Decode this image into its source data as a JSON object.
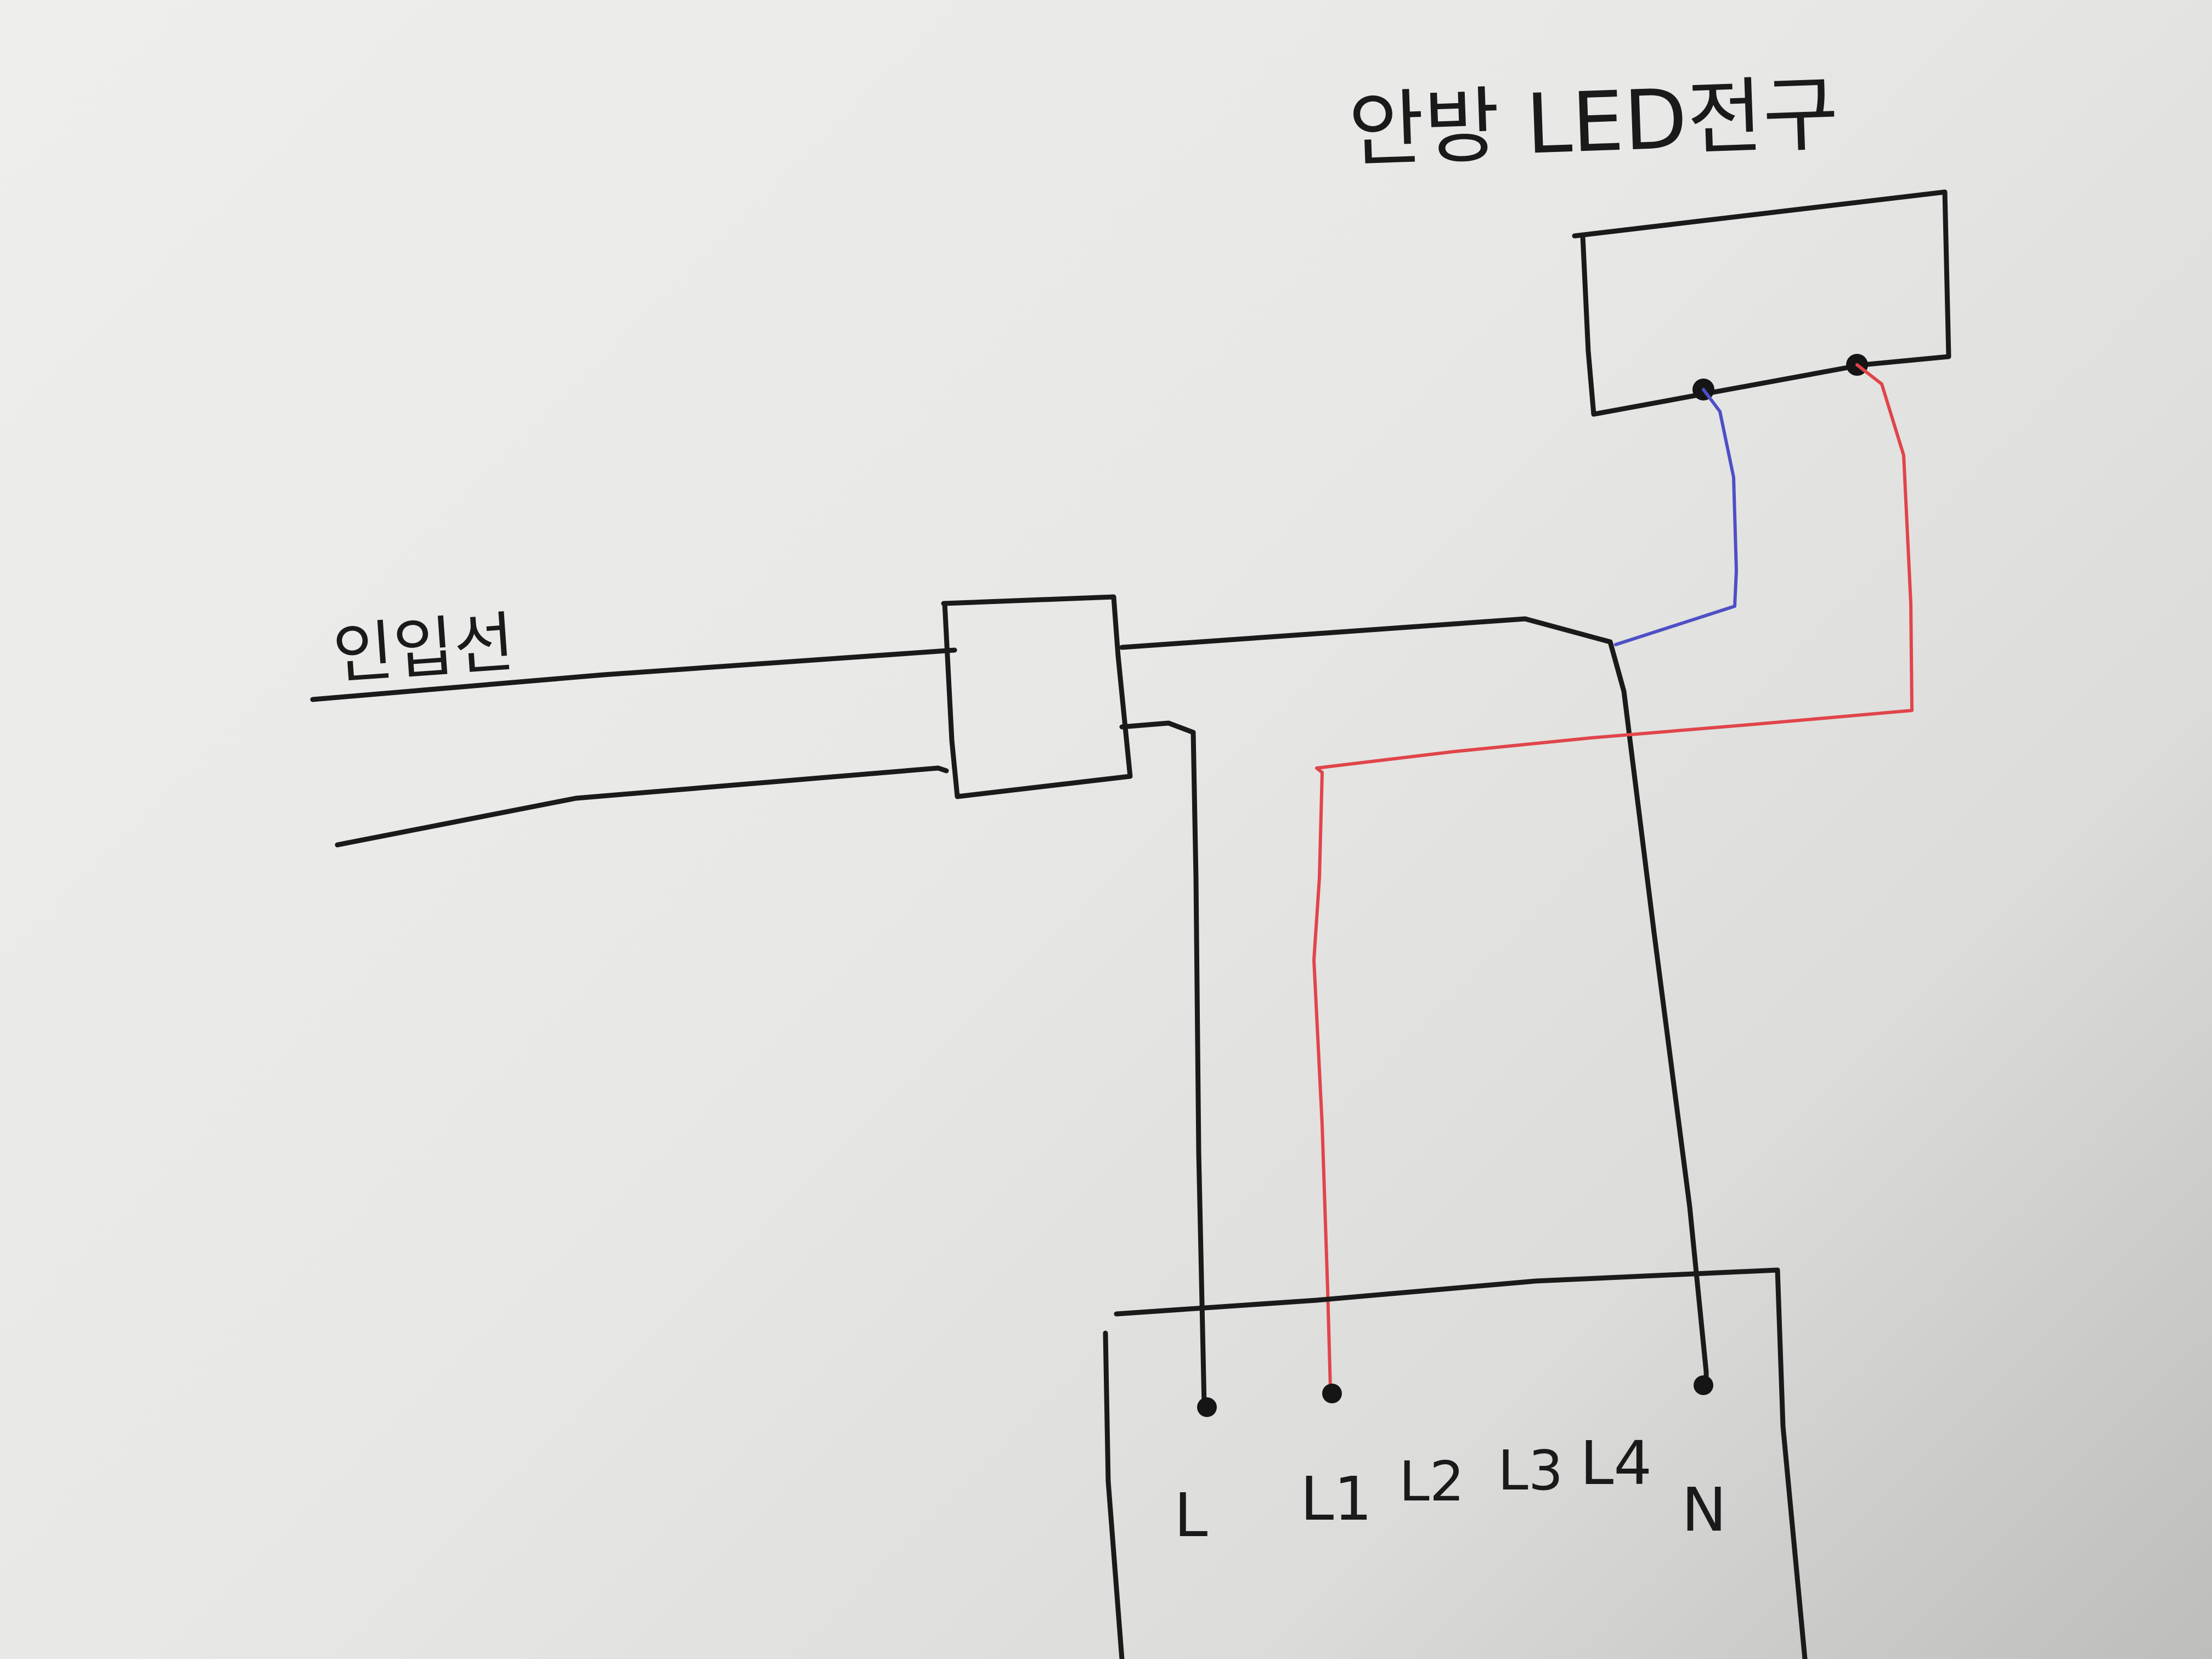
{
  "labels": {
    "lamp_title": "안방 LED전구",
    "incoming_line": "인입선"
  },
  "switch_terminals": [
    "L",
    "L1",
    "L2",
    "L3",
    "L4",
    "N"
  ],
  "colors": {
    "ink": "#1a1a1a",
    "red_wire": "#e0454a",
    "blue_wire": "#4e4fc6",
    "paper": "#eeeeec"
  }
}
